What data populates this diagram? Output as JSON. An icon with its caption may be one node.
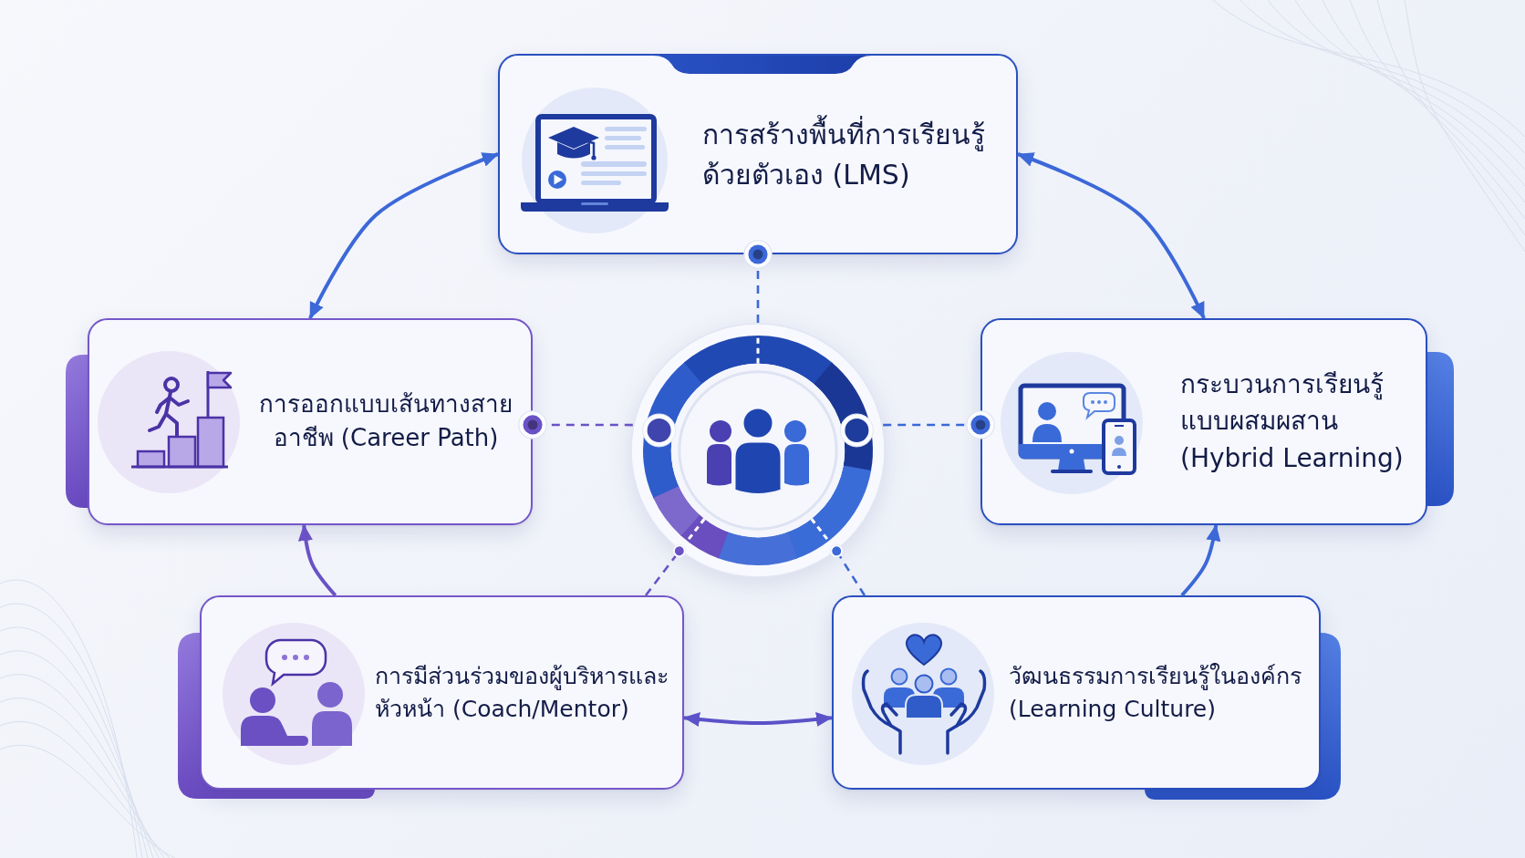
{
  "diagram": {
    "nodes": [
      {
        "text": [
          "การสร้างพื้นที่การเรียนรู้ด้วยตัวเอง (LMS)"
        ]
      },
      {
        "text": [
          "การออกแบบเส้นทางสายอาชีพ (Career Path)"
        ]
      },
      {
        "text": [],
        "shape": "circle"
      },
      {
        "text": [
          "กระบวนการเรียนรู้แบบผสมผสาน (Hybrid Learning)"
        ]
      },
      {
        "text": [
          "การมีส่วนร่วมของผู้บริหารและหัวหน้า (Coach/Mentor)"
        ]
      },
      {
        "text": [
          "วัฒนธรรมการเรียนรู้ในองค์กร (Learning Culture)"
        ]
      }
    ],
    "edges": [
      {
        "from": 1,
        "to": 0,
        "arrow": "both"
      },
      {
        "from": 0,
        "to": 3,
        "arrow": "both"
      },
      {
        "from": 5,
        "to": 3,
        "arrow": "to"
      },
      {
        "from": 4,
        "to": 5,
        "arrow": "both",
        "color": "#5b52c8"
      },
      {
        "from": 4,
        "to": 1,
        "arrow": "to",
        "color": "#6a52c6"
      },
      {
        "from": 2,
        "to": 0,
        "arrow": "other",
        "style": "dashed"
      },
      {
        "from": 2,
        "to": 1,
        "arrow": "other",
        "style": "dashed",
        "color": "#6a52c6"
      },
      {
        "from": 2,
        "to": 3,
        "arrow": "other",
        "style": "dashed"
      },
      {
        "from": 4,
        "to": 2,
        "arrow": "other",
        "style": "dashed",
        "color": "#6a52c6"
      },
      {
        "from": 5,
        "to": 2,
        "arrow": "other",
        "style": "dashed"
      }
    ]
  }
}
